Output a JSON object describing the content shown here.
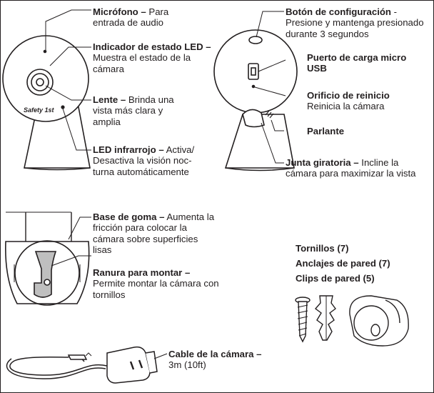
{
  "camera_front": {
    "logo_text": "Safety 1st"
  },
  "labels": {
    "microphone": {
      "title": "Micrófono –",
      "desc": "Para entrada de audio"
    },
    "led_indicator": {
      "title": "Indicador de estado LED –",
      "desc": "Muestra el estado de la cámara"
    },
    "lens": {
      "title": "Lente –",
      "desc": "Brinda una vista más clara y amplia"
    },
    "ir_led": {
      "title": "LED infrarrojo –",
      "desc": "Activa/ Desactiva la visión noc­turna automáticamente"
    },
    "config_button": {
      "title": "Botón de configuración",
      "desc": "- Presione y mantenga presio­nado durante 3 segundos"
    },
    "usb_port": {
      "title": "Puerto de carga micro USB",
      "desc": ""
    },
    "reset_hole": {
      "title": "Orificio de reinicio",
      "desc": "Reinicia la cámara"
    },
    "speaker": {
      "title": "Parlante",
      "desc": ""
    },
    "swivel_joint": {
      "title": "Junta giratoria –",
      "desc": "Incline la cámara para maximizar la vista"
    },
    "rubber_base": {
      "title": "Base de goma –",
      "desc": "Aumenta la fricción para colocar la cámara sobre superficies lisas"
    },
    "mount_slot": {
      "title": "Ranura para montar –",
      "desc": "Permite montar la cámara con tornillos"
    },
    "camera_cable": {
      "title": "Cable de la cámara –",
      "desc": "3m (10ft)"
    }
  },
  "accessories": {
    "screws": "Tornillos (7)",
    "wall_anchors": "Anclajes de pared (7)",
    "wall_clips": "Clips de pared (5)"
  }
}
